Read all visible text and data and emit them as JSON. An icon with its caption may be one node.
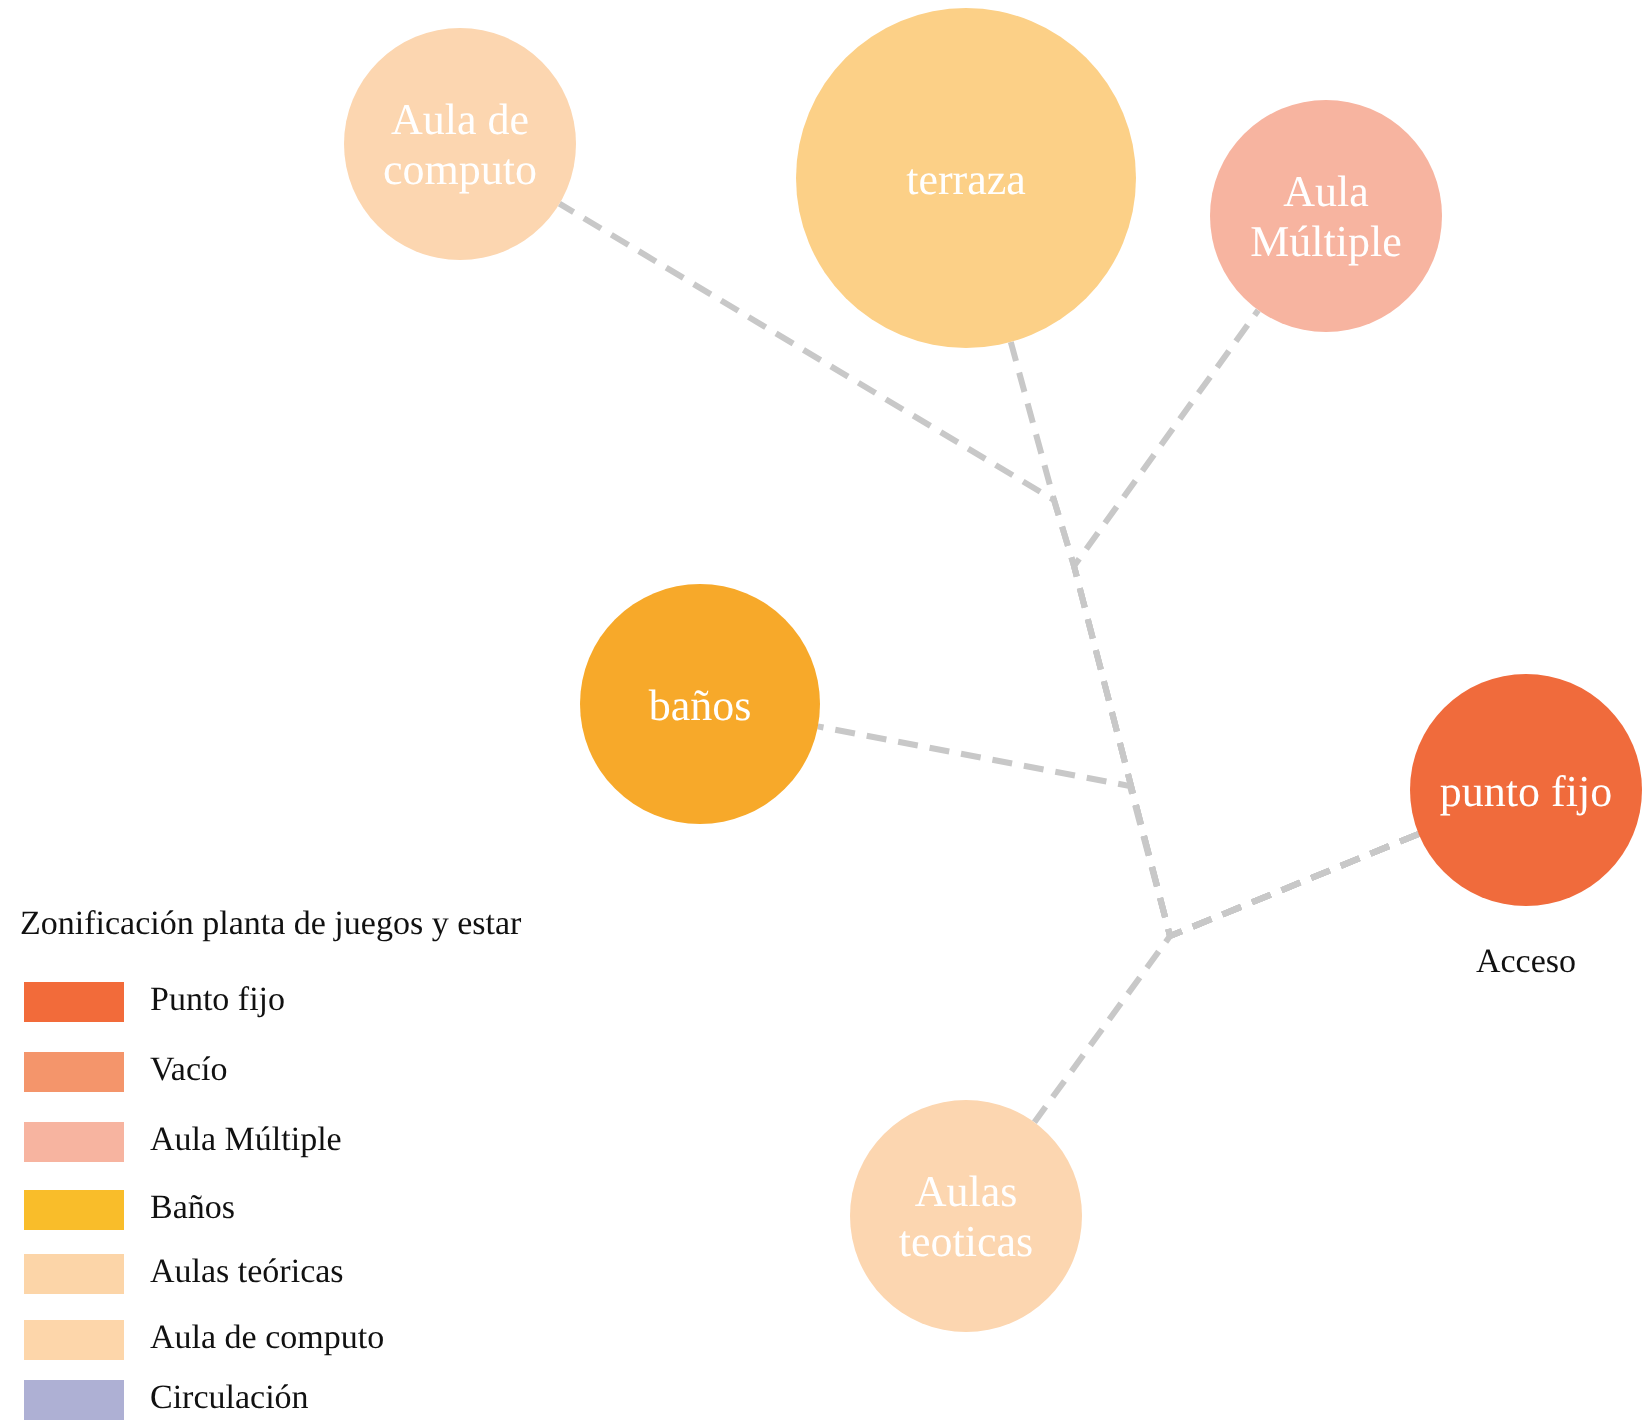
{
  "diagram": {
    "nodes": [
      {
        "text": [
          "Aula de computo"
        ]
      },
      {
        "text": [
          "terraza"
        ]
      },
      {
        "text": [
          "Aula Múltiple"
        ]
      },
      {
        "text": [
          "baños"
        ]
      },
      {
        "text": [
          "punto fijo"
        ],
        "beside": [
          "Acceso"
        ]
      },
      {
        "text": [
          "Aulas teoticas"
        ]
      }
    ],
    "edges": [
      {
        "from": 4,
        "to": 0,
        "arrow": "none"
      },
      {
        "from": 4,
        "to": 1,
        "arrow": "none"
      },
      {
        "from": 4,
        "to": 2,
        "arrow": "none"
      },
      {
        "from": 4,
        "to": 3,
        "arrow": "none"
      },
      {
        "from": 4,
        "to": 5,
        "arrow": "none"
      }
    ],
    "labels": [
      "Zonificación planta de juegos y estar"
    ],
    "legend": [
      {
        "text": "Punto fijo",
        "color": "#f26b3a"
      },
      {
        "text": "Vacío",
        "color": "#f4956b"
      },
      {
        "text": "Aula Múltiple",
        "color": "#f7b4a0"
      },
      {
        "text": "Baños",
        "color": "#f9bd2a"
      },
      {
        "text": "Aulas teóricas",
        "color": "#fcd5a8"
      },
      {
        "text": "Aula de computo",
        "color": "#fdd6aa"
      },
      {
        "text": "Circulación",
        "color": "#aeb0d4"
      }
    ]
  }
}
